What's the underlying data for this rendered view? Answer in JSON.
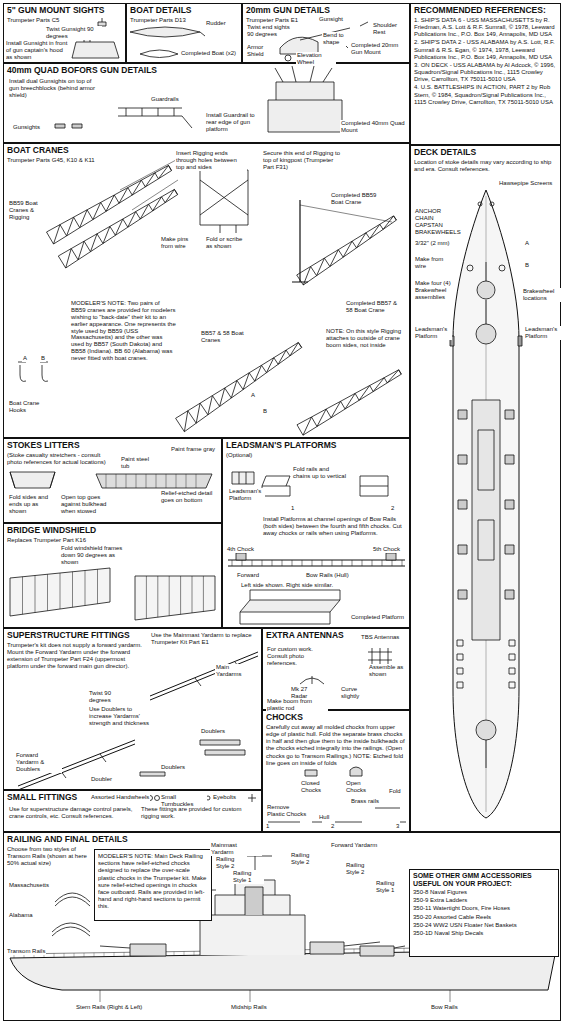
{
  "diagram": {
    "nodes": [
      {
        "text": [
          "5\" GUN MOUNT SIGHTS",
          "Trumpeter Parts C5"
        ]
      },
      {
        "text": [
          "BOAT DETAILS",
          "Trumpeter Parts D13"
        ]
      },
      {
        "text": [
          "20mm GUN DETAILS",
          "Trumpeter Parts E1"
        ]
      },
      {
        "text": [
          "RECOMMENDED REFERENCES:",
          "1. SHIP'S DATA 6 - USS MASSACHUSETTS by R. Friedman, A.S. Lott & R.F. Sumrall, © 1978, Leeward Publications Inc., P.O. Box 149, Annapolis, MD USA",
          "2. SHIP'S DATA 2 - USS ALABAMA by A.S. Lott, R.F. Sumrall & R.S. Egan, © 1974, 1978, Leeward Publications Inc., P.O. Box 149, Annapolis, MD USA",
          "3. ON DECK - USS ALABAMA by Al Adcock, © 1996, Squadron/Signal Publications Inc., 1115 Crowley Drive, Carrollton, TX 75011-5010 USA",
          "4. U.S. BATTLESHIPS IN ACTION, PART 2 by Rob Stern, © 1984, Squadron/Signal Publications Inc., 1115 Crowley Drive, Carrollton, TX 75011-5010 USA"
        ]
      },
      {
        "text": [
          "40mm QUAD BOFORS GUN DETAILS"
        ]
      },
      {
        "text": [
          "BOAT CRANES",
          "Trumpeter Parts G45, K10 & K11"
        ]
      },
      {
        "text": [
          "DECK DETAILS",
          "Location of stoke details may vary according to ship and era. Consult references."
        ]
      },
      {
        "text": [
          "STOKES LITTERS",
          "(Stoke casualty stretchers - consult photo references for actual locations)"
        ]
      },
      {
        "text": [
          "LEADSMAN'S PLATFORMS",
          "(Optional)"
        ]
      },
      {
        "text": [
          "BRIDGE WINDSHIELD",
          "Replaces Trumpeter Part K16"
        ]
      },
      {
        "text": [
          "SUPERSTRUCTURE FITTINGS",
          "Trumpeter's kit does not supply a forward yardarm. Mount the Forward Yardarm under the forward extension of Trumpeter Part F24 (uppermost platform under the forward main gun director)."
        ]
      },
      {
        "text": [
          "EXTRA ANTENNAS"
        ]
      },
      {
        "text": [
          "CHOCKS",
          "Carefully cut away all molded chocks from upper edge of plastic hull. Fold the separate brass chocks in half and then glue them to the inside bulkheads of the chocks etched integrally into the railings. (Open chocks go to Transom Railings.) NOTE: Etched fold line goes on inside of folds"
        ]
      },
      {
        "text": [
          "SMALL FITTINGS"
        ]
      },
      {
        "text": [
          "RAILING AND FINAL DETAILS"
        ]
      },
      {
        "text": [
          "MODELER'S NOTE: Main Deck Railing sections have relief-etched chocks designed to replace the over-scale plastic chocks in the Trumpeter kit. Make sure relief-etched openings in chocks face outboard. Rails are provided in left-hand and right-hand sections to permit this."
        ],
        "in": 14
      },
      {
        "text": [
          "SOME OTHER GMM ACCESSORIES USEFUL ON YOUR PROJECT:",
          "350-8 Naval Figures",
          "350-9 Extra Ladders",
          "350-11 Watertight Doors, Fire Hoses",
          "350-20 Assorted Cable Reels",
          "350-24 WW2 USN Floater Net Baskets",
          "350-1D Naval Ship Decals"
        ],
        "in": 14
      }
    ],
    "labels": [
      "Twist Gunsight 90 degrees",
      "Install Gunsight in front of gun captain's hood as shown",
      "Rudder",
      "Completed Boat (x2)",
      "Twist end sights 90 degrees",
      "Gunsight",
      "Shoulder Rest",
      "Bend to shape",
      "Armor Shield",
      "Elevation Wheel",
      "Completed 20mm Gun Mount",
      "Install dual Gunsights on top of gun breechblocks (behind armor shield)",
      "Gunsights",
      "Guardrails",
      "Install Guardrail to rear edge of gun platform",
      "Completed 40mm Quad Mount",
      "BB59 Boat Cranes & Rigging",
      "Insert Rigging ends through holes between top and sides",
      "Make pins from wire",
      "Fold or scribe as shown",
      "Secure this end of Rigging to top of kingpost (Trumpeter Part F31)",
      "Completed BB59 Boat Crane",
      "MODELER'S NOTE: Two pairs of BB59 cranes are provided for modelers wishing to \"back-date\" their kit to an earlier appearance. One represents the style used by BB59 (USS Massachusetts) and the other was used by BB57 (South Dakota) and BB58 (Indiana). BB 60 (Alabama) was never fitted with boat cranes.",
      "Boat Crane Hooks",
      "A",
      "B",
      "A",
      "B",
      "BB57 & 58 Boat Cranes",
      "Completed BB57 & 58 Boat Crane",
      "NOTE: On this style Rigging attaches to outside of crane boom sides, not inside",
      "Fold sides and ends up as shown",
      "Open top goes against bulkhead when stowed",
      "Paint steel tub",
      "Paint frame gray",
      "Relief-etched detail goes on bottom",
      "Fold windshield frames down 90 degrees as shown",
      "Fold rails and chains up to vertical",
      "Leadsman's Platform",
      "1",
      "2",
      "Install Platforms at channel openings of Bow Rails (both sides) between the fourth and fifth chocks. Cut away chocks or rails when using Platforms.",
      "4th Chock",
      "5th Chock",
      "Forward",
      "Bow Rails (Hull)",
      "Left side shown. Right side similar.",
      "Completed Platform",
      "Use the Mainmast Yardarm to replace Trumpeter Kit Part E1",
      "Main Yardarms",
      "Twist 90 degrees",
      "Use Doublers to increase Yardarms' strength and thickness",
      "Doublers",
      "Forward Yardarm & Doublers",
      "Doubler",
      "Doublers",
      "TBS Antennas",
      "For custom work. Consult photo references.",
      "Assemble as shown",
      "Mk 27 Radar",
      "Curve slightly",
      "Make boom from plastic rod",
      "Closed Chocks",
      "Open Chocks",
      "Fold",
      "Brass rails",
      "Remove Plastic Chocks",
      "Hull",
      "1",
      "2",
      "3",
      "Assorted Handwheels",
      "Use for superstructure damage control panels, crane controls, etc. Consult references.",
      "Small Turnbuckles",
      "Eyebolts",
      "These fittings are provided for custom rigging work.",
      "Choose from two styles of Transom Rails (shown at here 50% actual size)",
      "Massachusetts",
      "Alabama",
      "Transom Rails",
      "Mainmast Yardarm",
      "Railing Style 2",
      "Railing Style 1",
      "Railing Style 2",
      "Forward Yardarm",
      "Railing Style 2",
      "Railing Style 1",
      "Stern Rails (Right & Left)",
      "Midship Rails",
      "Bow Rails",
      "Hawsepipe Screens",
      "ANCHOR CHAIN CAPSTAN BRAKEWHEELS",
      "Make from wire",
      "3/32\" (2 mm)",
      "A",
      "B",
      "Make four (4) Brakewheel assemblies",
      "Brakewheel locations",
      "Leadsman's Platform",
      "Leadsman's Platform"
    ]
  }
}
